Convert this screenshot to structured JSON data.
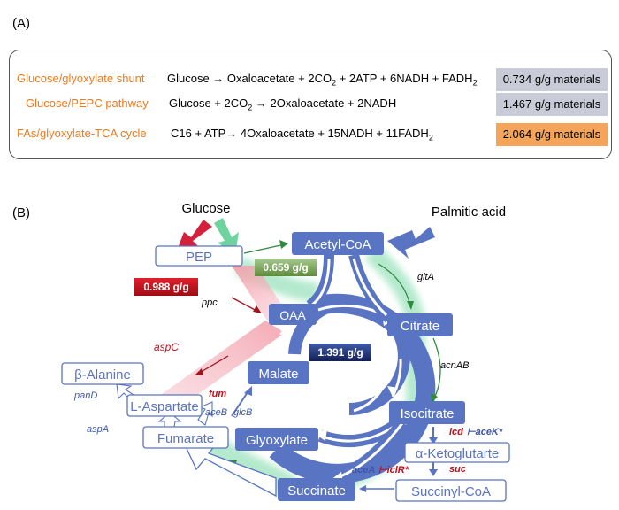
{
  "panel_a_label": "(A)",
  "panel_b_label": "(B)",
  "table": {
    "rows": [
      {
        "name": "Glucose/glyoxylate shunt",
        "equation_html": "Glucose → Oxaloacetate + 2CO<sub>2</sub> + 2ATP + 6NADH + FADH<sub>2</sub>",
        "value": "0.734 g/g materials",
        "value_color": "#c9cbd8"
      },
      {
        "name": "Glucose/PEPC pathway",
        "equation_html": "Glucose + 2CO<sub>2</sub> → 2Oxaloacetate + 2NADH",
        "value": "1.467 g/g materials",
        "value_color": "#c9cbd8"
      },
      {
        "name": "FAs/glyoxylate-TCA cycle",
        "equation_html": "C16 + ATP→ 4Oxaloacetate + 15NADH + 11FADH<sub>2</sub>",
        "value": "2.064 g/g materials",
        "value_color": "#f5a55a"
      }
    ]
  },
  "diagram": {
    "inputs": {
      "glucose": "Glucose",
      "palmitic_acid": "Palmitic acid"
    },
    "nodes": {
      "pep": "PEP",
      "acetyl_coa": "Acetyl-CoA",
      "oaa": "OAA",
      "citrate": "Citrate",
      "malate": "Malate",
      "isocitrate": "Isocitrate",
      "glyoxylate": "Glyoxylate",
      "succinate": "Succinate",
      "fumarate": "Fumarate",
      "l_aspartate": "L-Aspartate",
      "beta_alanine": "β-Alanine",
      "alpha_ketoglutarte": "α-Ketoglutarte",
      "succinyl_coa": "Succinyl-CoA"
    },
    "yields": {
      "pep_yield": "0.988 g/g",
      "acetyl_yield": "0.659 g/g",
      "cycle_yield": "1.391 g/g"
    },
    "genes": {
      "ppc": "ppc",
      "glta": "gltA",
      "acnab": "acnAB",
      "aspc": "aspC",
      "fum": "fum",
      "aceb": "aceB",
      "glcb": "glcB",
      "pand": "panD",
      "aspa": "aspA",
      "icd": "icd",
      "acek": "⊢aceK*",
      "acea": "aceA",
      "iclr": "⊢iclR*",
      "suc": "suc"
    },
    "colors": {
      "node_fill": "#5a74c4",
      "node_outline": "#5a74c4",
      "red": "#d4203b",
      "green_dark": "#2e8b3e",
      "green_light": "#6fd3a0",
      "yield_red": "#c0101a",
      "yield_green": "#6a9a4a",
      "yield_navy": "#1d2f6e"
    }
  }
}
